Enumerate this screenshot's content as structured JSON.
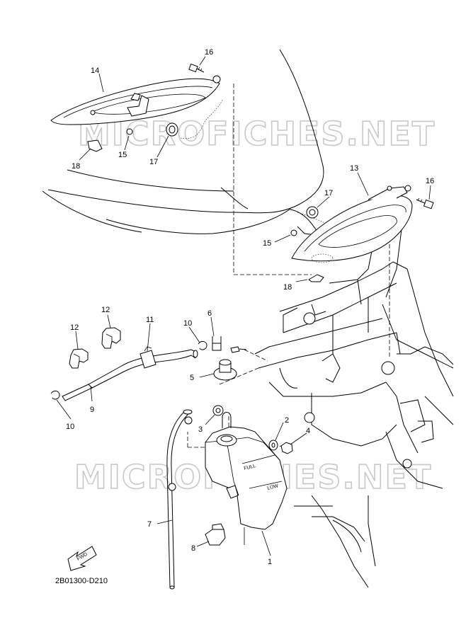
{
  "watermark": "MICROFICHES.NET",
  "diagram_code": "2B01300-D210",
  "fwd_label": "FWD",
  "tank_labels": {
    "full": "FULL",
    "low": "LOW"
  },
  "callouts": [
    {
      "id": "c16a",
      "label": "16"
    },
    {
      "id": "c14",
      "label": "14"
    },
    {
      "id": "c15a",
      "label": "15"
    },
    {
      "id": "c17a",
      "label": "17"
    },
    {
      "id": "c18a",
      "label": "18"
    },
    {
      "id": "c13",
      "label": "13"
    },
    {
      "id": "c16b",
      "label": "16"
    },
    {
      "id": "c17b",
      "label": "17"
    },
    {
      "id": "c15b",
      "label": "15"
    },
    {
      "id": "c18b",
      "label": "18"
    },
    {
      "id": "c12a",
      "label": "12"
    },
    {
      "id": "c12b",
      "label": "12"
    },
    {
      "id": "c11",
      "label": "11"
    },
    {
      "id": "c10a",
      "label": "10"
    },
    {
      "id": "c6",
      "label": "6"
    },
    {
      "id": "c5",
      "label": "5"
    },
    {
      "id": "c9",
      "label": "9"
    },
    {
      "id": "c10b",
      "label": "10"
    },
    {
      "id": "c3",
      "label": "3"
    },
    {
      "id": "c2",
      "label": "2"
    },
    {
      "id": "c4",
      "label": "4"
    },
    {
      "id": "c7",
      "label": "7"
    },
    {
      "id": "c8",
      "label": "8"
    },
    {
      "id": "c1",
      "label": "1"
    }
  ]
}
